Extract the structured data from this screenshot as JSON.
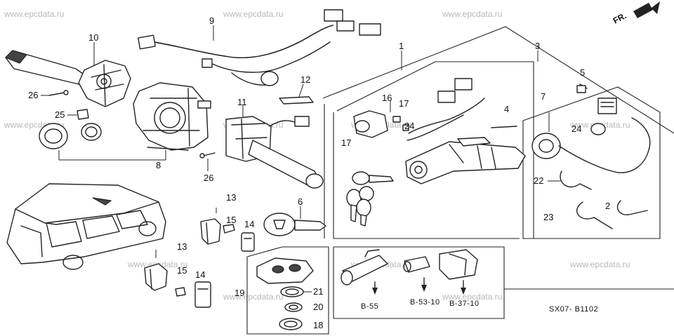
{
  "watermark": "www.epcdata.ru",
  "direction_label": "FR.",
  "diagram_code": "SX07- B1102",
  "callouts": {
    "c1": "1",
    "c2": "2",
    "c3": "3",
    "c4": "4",
    "c5": "5",
    "c6": "6",
    "c7": "7",
    "c8": "8",
    "c9": "9",
    "c10": "10",
    "c11": "11",
    "c12": "12",
    "c13a": "13",
    "c13b": "13",
    "c14a": "14",
    "c14b": "14",
    "c15a": "15",
    "c15b": "15",
    "c16": "16",
    "c17a": "17",
    "c17b": "17",
    "c18": "18",
    "c19": "19",
    "c20": "20",
    "c21": "21",
    "c22": "22",
    "c23": "23",
    "c24a": "24",
    "c24b": "24",
    "c25": "25",
    "c26a": "26",
    "c26b": "26"
  },
  "references": {
    "ref_b55": "B-55",
    "ref_b5310": "B-53-10",
    "ref_b3710": "B-37-10"
  }
}
